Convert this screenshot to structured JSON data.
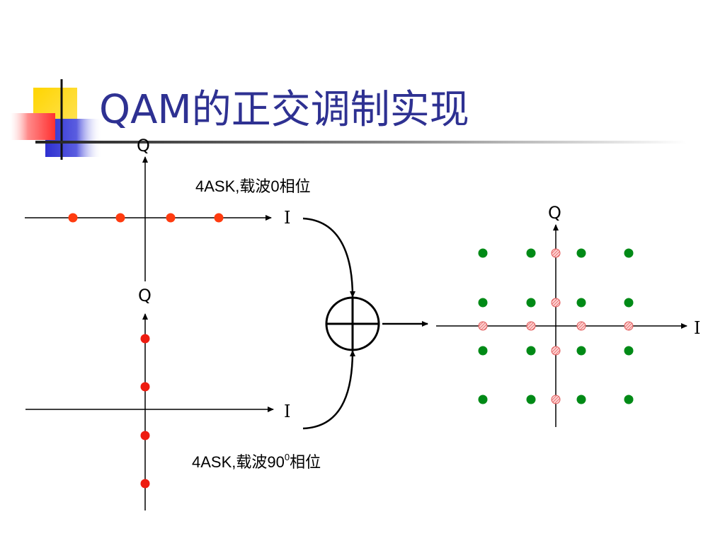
{
  "slide": {
    "title": "QAM的正交调制实现",
    "colors": {
      "title": "#2e3192",
      "ask_i_points": "#ff3b0f",
      "ask_q_points": "#ee1c10",
      "qam_points": "#008a16",
      "projection_points": "#e05a5a",
      "accent_yellow": "#ffd500",
      "accent_blue": "#3437d8",
      "accent_red": "#ff4a4a"
    }
  },
  "top_panel": {
    "axis_q_label": "Q",
    "axis_i_label": "I",
    "caption": "4ASK,载波0相位",
    "point_count": 4
  },
  "bottom_panel": {
    "axis_q_label": "Q",
    "axis_i_label": "I",
    "caption_main": "4ASK,载波90",
    "caption_sup": "0",
    "caption_tail": "相位",
    "point_count": 4
  },
  "adder": {
    "icon": "plus-circle-icon"
  },
  "constellation": {
    "axis_q_label": "Q",
    "axis_i_label": "I",
    "grid": "4x4",
    "point_count": 16,
    "projection_count": 8
  }
}
